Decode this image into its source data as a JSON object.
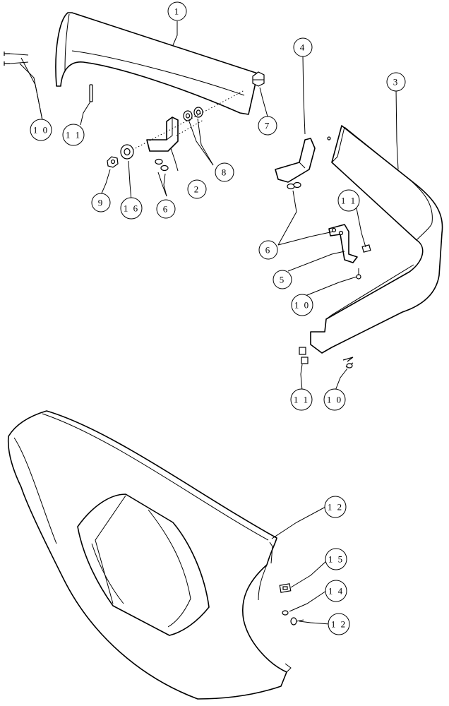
{
  "callouts": {
    "c1": "1",
    "c2": "2",
    "c3": "3",
    "c4": "4",
    "c5": "5",
    "c6a": "6",
    "c6b": "6",
    "c7": "7",
    "c8": "8",
    "c9": "9",
    "c10a": "1 0",
    "c10b": "1 0",
    "c10c": "1 0",
    "c11a": "1 1",
    "c11b": "1 1",
    "c11c": "1 1",
    "c12a": "1 2",
    "c12b": "1 2",
    "c14": "1 4",
    "c15": "1 5",
    "c16": "1 6"
  }
}
